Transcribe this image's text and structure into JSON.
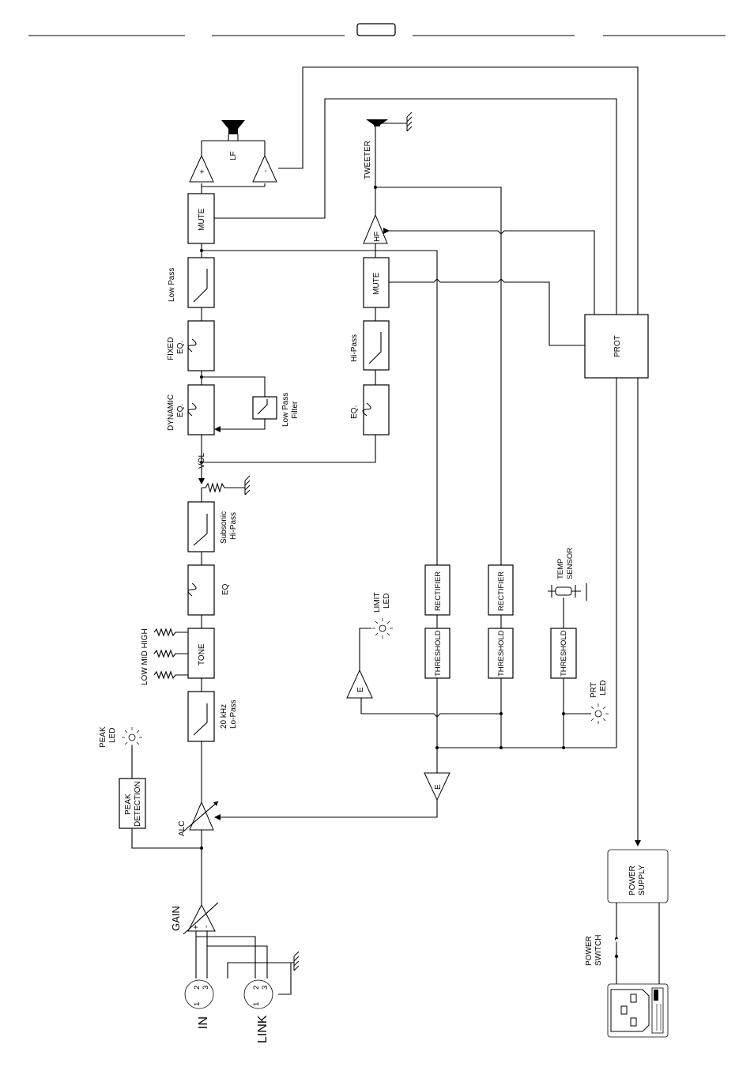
{
  "header": {
    "page_box": ""
  },
  "blocks": {
    "mute_lf": "MUTE",
    "low_pass_label": "Low Pass",
    "fixed_eq_l1": "FIXED",
    "fixed_eq_l2": "EQ.",
    "dynamic_eq_l1": "DYNAMIC",
    "dynamic_eq_l2": "EQ.",
    "lpf_l1": "Low Pass",
    "lpf_l2": "Filter",
    "vol": "VOL",
    "subsonic_l1": "Subsonic",
    "subsonic_l2": "Hi-Pass",
    "eq": "EQ",
    "tone": "TONE",
    "tone_bands": "LOW MID HIGH",
    "lopass_l1": "20 kHz",
    "lopass_l2": "Lo-Pass",
    "peak_led_l1": "PEAK",
    "peak_led_l2": "LED",
    "peak_det_l1": "PEAK",
    "peak_det_l2": "DETECTION",
    "alc": "ALC",
    "gain": "GAIN",
    "in": "IN",
    "link": "LINK",
    "lf": "LF",
    "tweeter": "TWEETER",
    "hf": "HF",
    "mute_hf": "MUTE",
    "hi_pass": "Hi-Pass",
    "eq_hf": "EQ.",
    "prot": "PROT",
    "limit_led_l1": "LIMIT",
    "limit_led_l2": "LED",
    "rectifier_1": "RECTIFIER",
    "rectifier_2": "RECTIFIER",
    "threshold_1": "THRESHOLD",
    "threshold_2": "THRESHOLD",
    "threshold_3": "THRESHOLD",
    "temp_sensor_l1": "TEMP",
    "temp_sensor_l2": "SENSOR",
    "prt_led_l1": "PRT",
    "prt_led_l2": "LED",
    "power_supply_l1": "POWER",
    "power_supply_l2": "SUPPLY",
    "power_switch_l1": "POWER",
    "power_switch_l2": "SWITCH",
    "amp_plus": "+",
    "amp_minus": "-",
    "gain_plus": "+",
    "gain_minus": "-",
    "e_sym": "E",
    "pin_1": "1",
    "pin_2": "2",
    "pin_3": "3",
    "pin_1b": "1",
    "pin_2b": "2",
    "pin_3b": "3"
  }
}
